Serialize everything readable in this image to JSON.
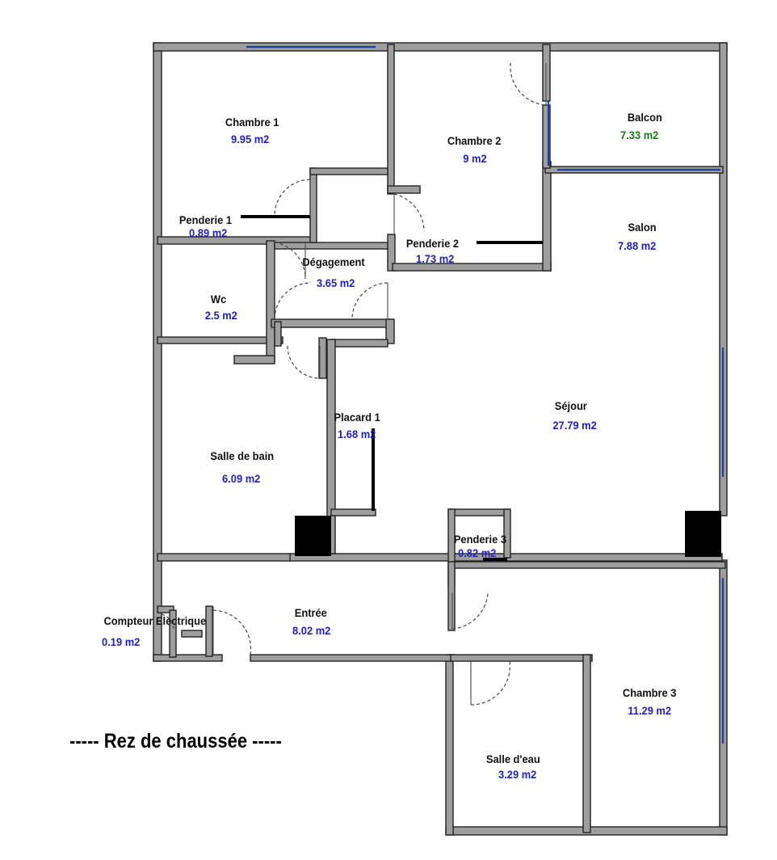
{
  "plan_title": "----- Rez de chaussée -----",
  "colors": {
    "wall_fill": "#9e9e9e",
    "wall_edge": "#222222",
    "window": "#1f3fa8",
    "pillar": "#000000",
    "label": "#111111",
    "area": "#2222bb",
    "area_outdoor": "#1a7a1a"
  },
  "rooms": [
    {
      "id": "chambre-1",
      "name": "Chambre 1",
      "area": "9.95 m2"
    },
    {
      "id": "chambre-2",
      "name": "Chambre 2",
      "area": "9 m2"
    },
    {
      "id": "balcon",
      "name": "Balcon",
      "area": "7.33 m2"
    },
    {
      "id": "penderie-1",
      "name": "Penderie 1",
      "area": "0.89 m2"
    },
    {
      "id": "penderie-2",
      "name": "Penderie 2",
      "area": "1.73 m2"
    },
    {
      "id": "salon",
      "name": "Salon",
      "area": "7.88 m2"
    },
    {
      "id": "degagement",
      "name": "Dégagement",
      "area": "3.65 m2"
    },
    {
      "id": "wc",
      "name": "Wc",
      "area": "2.5 m2"
    },
    {
      "id": "sejour",
      "name": "Séjour",
      "area": "27.79 m2"
    },
    {
      "id": "placard-1",
      "name": "Placard 1",
      "area": "1.68 m2"
    },
    {
      "id": "salle-de-bain",
      "name": "Salle de bain",
      "area": "6.09 m2"
    },
    {
      "id": "penderie-3",
      "name": "Penderie 3",
      "area": "0.82 m2"
    },
    {
      "id": "entree",
      "name": "Entrée",
      "area": "8.02 m2"
    },
    {
      "id": "compteur",
      "name": "Compteur Electrique",
      "area": "0.19 m2"
    },
    {
      "id": "chambre-3",
      "name": "Chambre 3",
      "area": "11.29 m2"
    },
    {
      "id": "salle-d-eau",
      "name": "Salle d'eau",
      "area": "3.29 m2"
    }
  ]
}
